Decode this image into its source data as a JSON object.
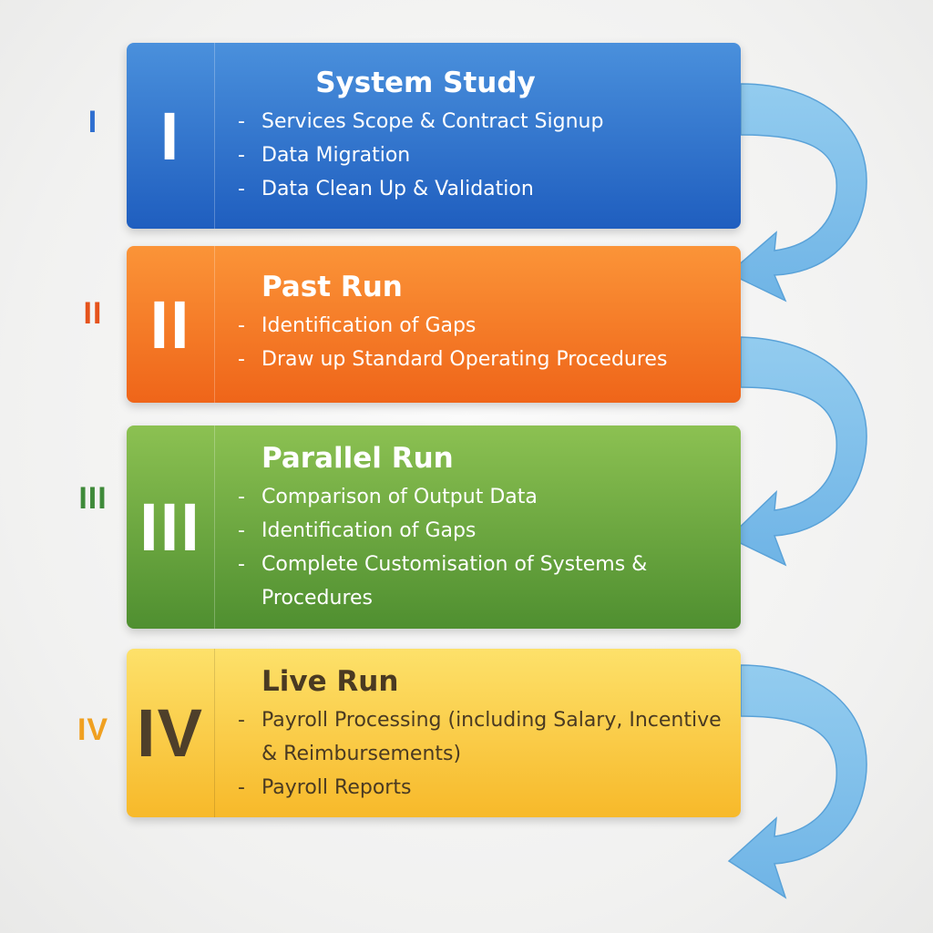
{
  "stages": [
    {
      "numeral": "I",
      "title": "System Study",
      "items": [
        "Services Scope & Contract Signup",
        "Data Migration",
        "Data Clean Up & Validation"
      ],
      "color": "#2f6fd0"
    },
    {
      "numeral": "II",
      "title": "Past Run",
      "items": [
        "Identification of Gaps",
        "Draw up Standard Operating Procedures"
      ],
      "color": "#f47a24"
    },
    {
      "numeral": "III",
      "title": "Parallel Run",
      "items": [
        "Comparison of Output Data",
        "Identification of Gaps",
        "Complete Customisation of Systems & Procedures"
      ],
      "color": "#6aa63e"
    },
    {
      "numeral": "IV",
      "title": "Live Run",
      "items": [
        "Payroll Processing (including Salary, Incentive & Reimbursements)",
        "Payroll Reports"
      ],
      "color": "#f9c93c"
    }
  ],
  "side_labels": [
    {
      "text": "I",
      "color": "#2f6fd0"
    },
    {
      "text": "II",
      "color": "#e5531c"
    },
    {
      "text": "III",
      "color": "#3f8a3a"
    },
    {
      "text": "IV",
      "color": "#f0a020"
    }
  ],
  "arrow_color": "#7cbde9"
}
